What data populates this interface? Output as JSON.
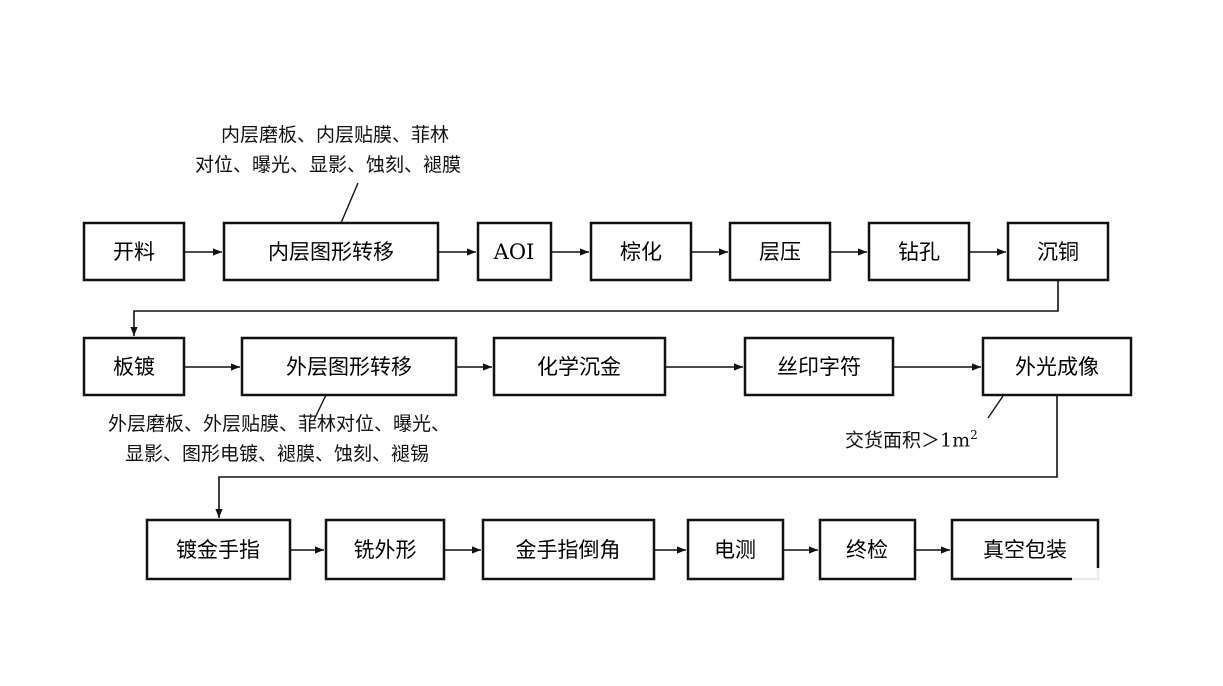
{
  "steps": [
    {
      "id": "kailiao",
      "label": "开料"
    },
    {
      "id": "nei-tuxing",
      "label": "内层图形转移"
    },
    {
      "id": "aoi",
      "label": "AOI"
    },
    {
      "id": "zonghua",
      "label": "棕化"
    },
    {
      "id": "cengya",
      "label": "层压"
    },
    {
      "id": "zuankong",
      "label": "钻孔"
    },
    {
      "id": "chentong",
      "label": "沉铜"
    },
    {
      "id": "bandu",
      "label": "板镀"
    },
    {
      "id": "wai-tuxing",
      "label": "外层图形转移"
    },
    {
      "id": "huaxue-chenjin",
      "label": "化学沉金"
    },
    {
      "id": "siyin",
      "label": "丝印字符"
    },
    {
      "id": "waiguang",
      "label": "外光成像"
    },
    {
      "id": "dujin-shouzhi",
      "label": "镀金手指"
    },
    {
      "id": "xi-waixing",
      "label": "铣外形"
    },
    {
      "id": "jinshouzhi-daojiao",
      "label": "金手指倒角"
    },
    {
      "id": "dian-ce",
      "label": "电测"
    },
    {
      "id": "zhongjian",
      "label": "终检"
    },
    {
      "id": "zhenkong-baozhuang",
      "label": "真空包装"
    }
  ],
  "notes": {
    "inner_layer": [
      "内层磨板、内层贴膜、菲林",
      "对位、曝光、显影、蚀刻、褪膜"
    ],
    "outer_layer": [
      "外层磨板、外层贴膜、菲林对位、曝光、",
      "显影、图形电镀、褪膜、蚀刻、褪锡"
    ],
    "area": {
      "text": "交货面积＞1m",
      "sup": "2"
    }
  }
}
